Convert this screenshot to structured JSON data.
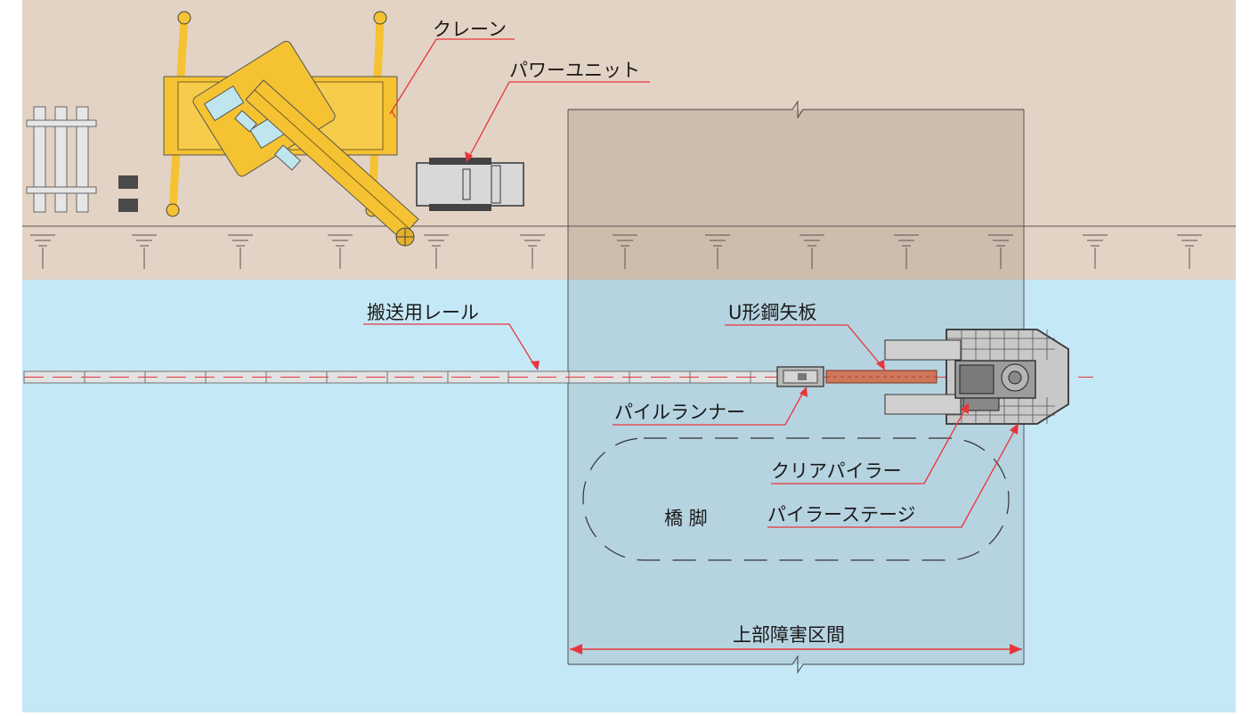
{
  "labels": {
    "crane": "クレーン",
    "power_unit": "パワーユニット",
    "transport_rail": "搬送用レール",
    "u_sheet_pile": "U形鋼矢板",
    "pile_runner": "パイルランナー",
    "clear_piler": "クリアパイラー",
    "piler_stage": "パイラーステージ",
    "pier": "橋 脚",
    "overhead_obstacle_section": "上部障害区間"
  },
  "colors": {
    "land": "#e3d3c4",
    "water": "#c5e8f7",
    "obstacle_zone_land": "#cdbdad",
    "obstacle_zone_water": "#b6d3e0",
    "crane_yellow": "#f5c232",
    "leader_line": "#e8353b",
    "pile": "#d0765a"
  },
  "icons": {
    "crane": "crane-topview-icon",
    "power_unit": "power-unit-icon",
    "pile_runner": "pile-runner-icon",
    "clear_piler": "clear-piler-icon"
  }
}
